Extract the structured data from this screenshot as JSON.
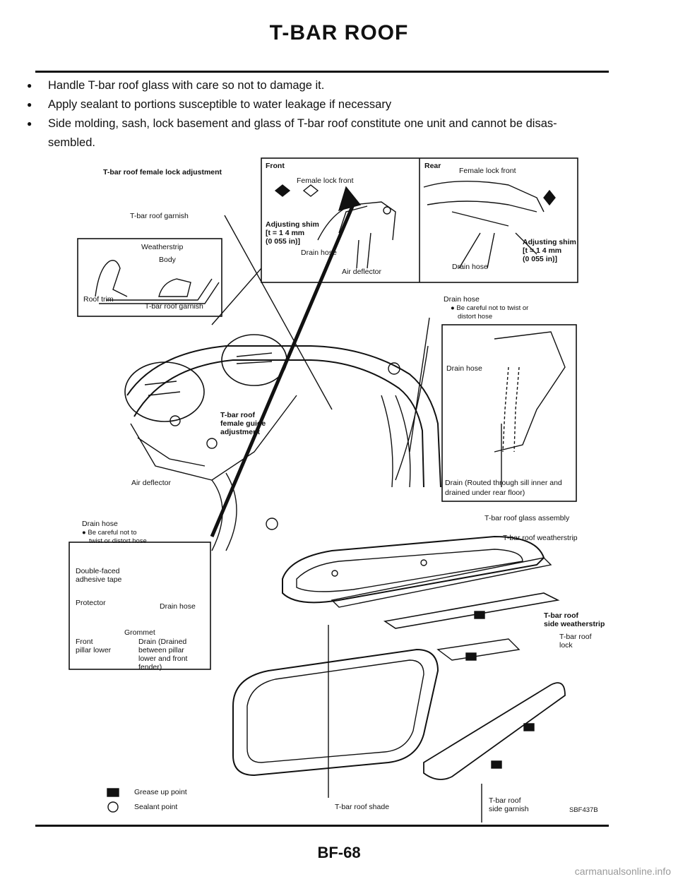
{
  "header": {
    "title": "T-BAR ROOF"
  },
  "bullets": [
    "Handle T-bar roof glass with care so not to damage it.",
    "Apply sealant to portions susceptible to water leakage if necessary",
    "Side molding, sash, lock basement and glass of T-bar roof constitute one unit and cannot be disas-",
    "sembled."
  ],
  "labels": {
    "female_lock_adjustment": "T-bar roof female lock adjustment",
    "front": "Front",
    "female_lock_front_a": "Female lock front",
    "adjusting_shim_a": "Adjusting shim",
    "shim_size_a": "[t = 1 4 mm",
    "shim_in_a": "(0 055 in)]",
    "drain_hose_a": "Drain hose",
    "air_deflector_a": "Air deflector",
    "rear": "Rear",
    "female_lock_front_b": "Female lock front",
    "adjusting_shim_b": "Adjusting shim",
    "shim_size_b": "[t = 1 4 mm",
    "shim_in_b": "(0 055 in)]",
    "drain_hose_b": "Drain hose",
    "garnish_top": "T-bar roof garnish",
    "weatherstrip": "Weatherstrip",
    "body": "Body",
    "roof_trim": "Roof trim",
    "garnish_inset": "T-bar roof garnish",
    "drain_hose_c": "Drain hose",
    "careful_c1": "Be careful not to twist or",
    "careful_c2": "distort hose",
    "drain_hose_d": "Drain hose",
    "drain_routed1": "Drain (Routed through sill inner and",
    "drain_routed2": "drained under rear floor)",
    "guide1": "T-bar roof",
    "guide2": "female guide",
    "guide3": "adjustment",
    "air_deflector_b": "Air deflector",
    "drain_hose_e": "Drain hose",
    "careful_e1": "Be careful not to",
    "careful_e2": "twist or distort hose",
    "double_faced1": "Double-faced",
    "double_faced2": "adhesive tape",
    "protector": "Protector",
    "drain_hose_f": "Drain hose",
    "grommet": "Grommet",
    "front_pillar1": "Front",
    "front_pillar2": "pillar lower",
    "drained1": "Drain (Drained",
    "drained2": "between pillar",
    "drained3": "lower and front",
    "drained4": "fender)",
    "glass_assembly": "T-bar roof glass assembly",
    "roof_weatherstrip": "T-bar roof weatherstrip",
    "side_ws1": "T-bar roof",
    "side_ws2": "side weatherstrip",
    "roof_lock1": "T-bar roof",
    "roof_lock2": "lock",
    "roof_shade": "T-bar roof shade",
    "side_garnish1": "T-bar roof",
    "side_garnish2": "side garnish",
    "figure_code": "SBF437B"
  },
  "legend": [
    {
      "symbol": "grease-icon",
      "text": "Grease up point"
    },
    {
      "symbol": "sealant-icon",
      "text": "Sealant point"
    }
  ],
  "footer": {
    "page": "BF-68",
    "watermark": "carmanualsonline.info"
  }
}
